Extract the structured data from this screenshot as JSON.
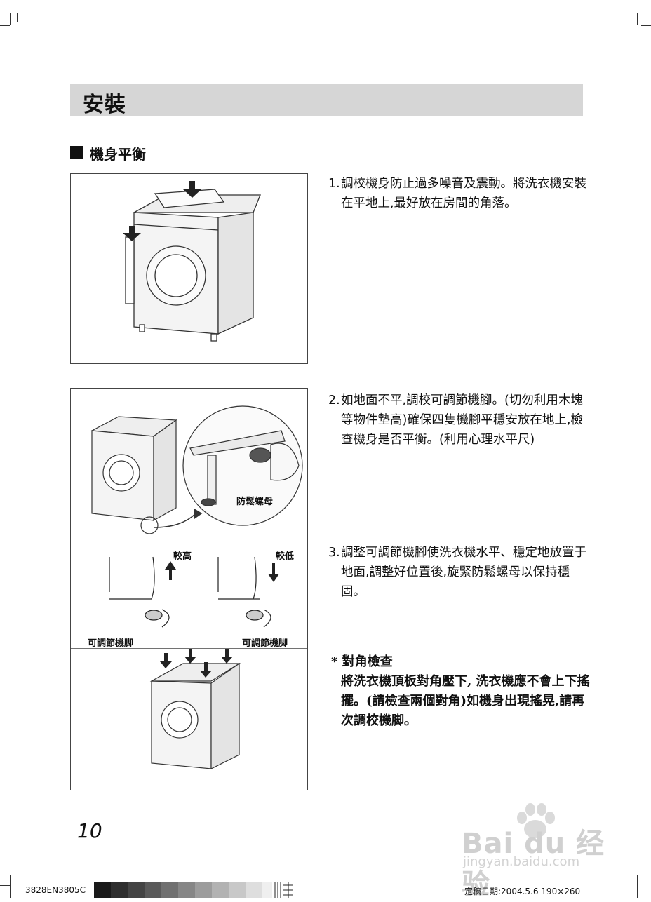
{
  "header": {
    "title": "安裝"
  },
  "section": {
    "title": "機身平衡"
  },
  "steps": [
    {
      "num": "1.",
      "text": "調校機身防止過多噪音及震動。將洗衣機安裝在平地上,最好放在房間的角落。"
    },
    {
      "num": "2.",
      "text": "如地面不平,調校可調節機腳。(切勿利用木塊等物件墊高)確保四隻機腳平穩安放在地上,檢查機身是否平衡。(利用心理水平尺)"
    },
    {
      "num": "3.",
      "text": "調整可調節機腳使洗衣機水平、穩定地放置于地面,調整好位置後,旋緊防鬆螺母以保持穩固。"
    }
  ],
  "note": {
    "head": "* 對角檢查",
    "body": "將洗衣機頂板對角壓下, 洗衣機應不會上下搖擺。(請檢查兩個對角)如機身出現搖晃,請再次調校機脚。"
  },
  "figures": {
    "lock_nut_label": "防鬆螺母",
    "higher_label": "較高",
    "lower_label": "較低",
    "adjustable_foot_left": "可調節機脚",
    "adjustable_foot_right": "可調節機脚"
  },
  "page_number": "10",
  "footer": {
    "code": "3828EN3805C",
    "date_info": "定稿日期:2004.5.6   190×260"
  },
  "watermark": {
    "main": "Bai du 经验",
    "sub": "jingyan.baidu.com"
  },
  "colors": {
    "header_bar": "#d6d6d6",
    "text": "#111111",
    "border": "#444444"
  }
}
